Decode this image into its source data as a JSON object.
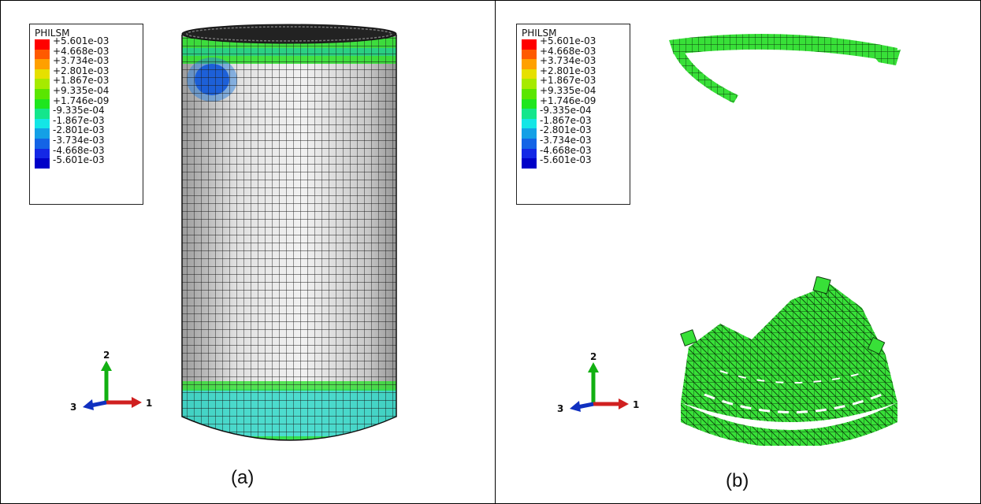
{
  "legend": {
    "title": "PHILSM",
    "entries": [
      {
        "value": "+5.601e-03",
        "color": "#ff0000"
      },
      {
        "value": "+4.668e-03",
        "color": "#ff5a00"
      },
      {
        "value": "+3.734e-03",
        "color": "#ffa000"
      },
      {
        "value": "+2.801e-03",
        "color": "#e6e000"
      },
      {
        "value": "+1.867e-03",
        "color": "#a6ea00"
      },
      {
        "value": "+9.335e-04",
        "color": "#5ae600"
      },
      {
        "value": "+1.746e-09",
        "color": "#1ee61e"
      },
      {
        "value": "-9.335e-04",
        "color": "#14e68c"
      },
      {
        "value": "-1.867e-03",
        "color": "#14e6e6"
      },
      {
        "value": "-2.801e-03",
        "color": "#14a0e6"
      },
      {
        "value": "-3.734e-03",
        "color": "#1464e6"
      },
      {
        "value": "-4.668e-03",
        "color": "#1428e6"
      },
      {
        "value": "-5.601e-03",
        "color": "#0000c8"
      }
    ]
  },
  "triad": {
    "axis_y": "2",
    "axis_z": "3",
    "axis_x": "1"
  },
  "panels": [
    {
      "caption": "(a)"
    },
    {
      "caption": "(b)"
    }
  ],
  "colors": {
    "mesh_white": "#e8e8e8",
    "mesh_green": "#30e030",
    "mesh_line": "#1a1a1a",
    "band_cyan": "#30d8c8",
    "spot_blue": "#1040d0"
  }
}
